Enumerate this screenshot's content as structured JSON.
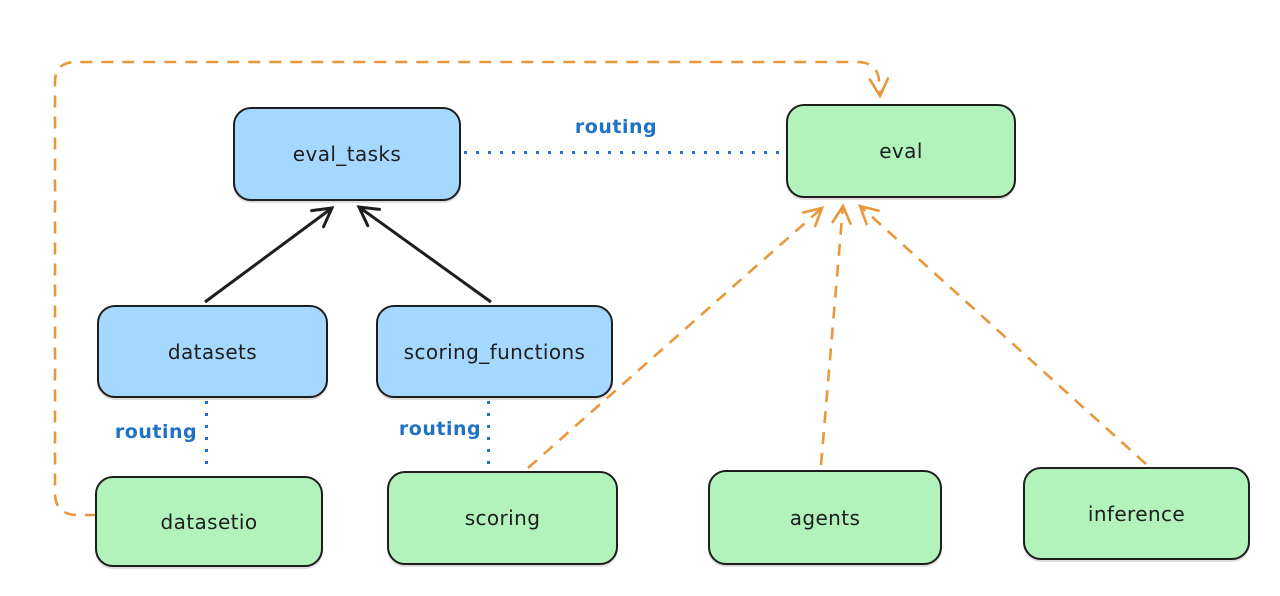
{
  "diagram": {
    "nodes": [
      {
        "id": "eval_tasks",
        "label": "eval_tasks",
        "color": "blue"
      },
      {
        "id": "eval",
        "label": "eval",
        "color": "green"
      },
      {
        "id": "datasets",
        "label": "datasets",
        "color": "blue"
      },
      {
        "id": "scoring_functions",
        "label": "scoring_functions",
        "color": "blue"
      },
      {
        "id": "datasetio",
        "label": "datasetio",
        "color": "green"
      },
      {
        "id": "scoring",
        "label": "scoring",
        "color": "green"
      },
      {
        "id": "agents",
        "label": "agents",
        "color": "green"
      },
      {
        "id": "inference",
        "label": "inference",
        "color": "green"
      }
    ],
    "edges": [
      {
        "from": "eval_tasks",
        "to": "eval",
        "label": "routing",
        "style": "dotted-blue"
      },
      {
        "from": "datasets",
        "to": "eval_tasks",
        "style": "solid-black-arrow"
      },
      {
        "from": "scoring_functions",
        "to": "eval_tasks",
        "style": "solid-black-arrow"
      },
      {
        "from": "datasets",
        "to": "datasetio",
        "label": "routing",
        "style": "dotted-blue"
      },
      {
        "from": "scoring_functions",
        "to": "scoring",
        "label": "routing",
        "style": "dotted-blue"
      },
      {
        "from": "datasetio",
        "to": "eval",
        "style": "dashed-orange-arrow"
      },
      {
        "from": "scoring",
        "to": "eval",
        "style": "dashed-orange-arrow"
      },
      {
        "from": "agents",
        "to": "eval",
        "style": "dashed-orange-arrow"
      },
      {
        "from": "inference",
        "to": "eval",
        "style": "dashed-orange-arrow"
      }
    ],
    "colors": {
      "node_blue_fill": "#a5d8ff",
      "node_green_fill": "#b2f2bb",
      "node_stroke": "#1e1e1e",
      "routing_blue": "#1f72c4",
      "provider_orange": "#e8973a",
      "background": "#ffffff"
    }
  }
}
